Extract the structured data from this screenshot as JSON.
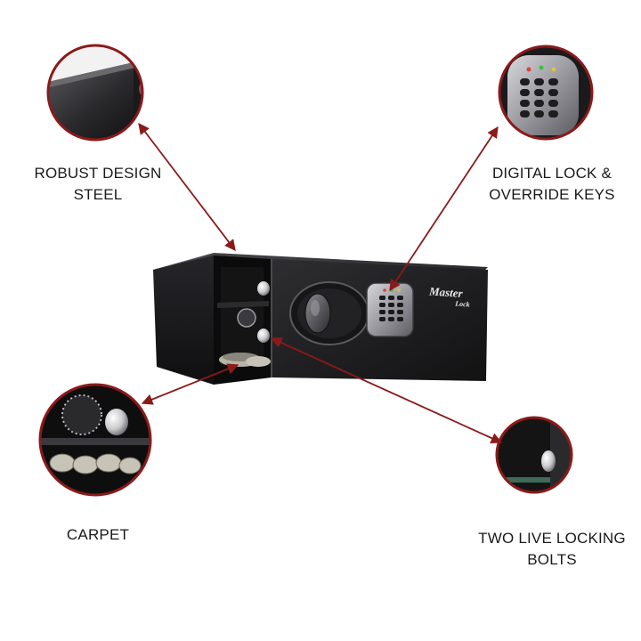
{
  "callouts": {
    "robust": {
      "line1": "ROBUST DESIGN",
      "line2": "STEEL"
    },
    "digital": {
      "line1": "DIGITAL LOCK &",
      "line2": "OVERRIDE KEYS"
    },
    "carpet": {
      "line1": "CARPET"
    },
    "bolts": {
      "line1": "TWO LIVE LOCKING",
      "line2": "BOLTS"
    }
  },
  "brand": {
    "line1": "Master",
    "line2": "Lock"
  },
  "colors": {
    "arrow": "#8b1a1a",
    "safe_body": "#1c1c1e",
    "label": "#1a1a1a"
  }
}
